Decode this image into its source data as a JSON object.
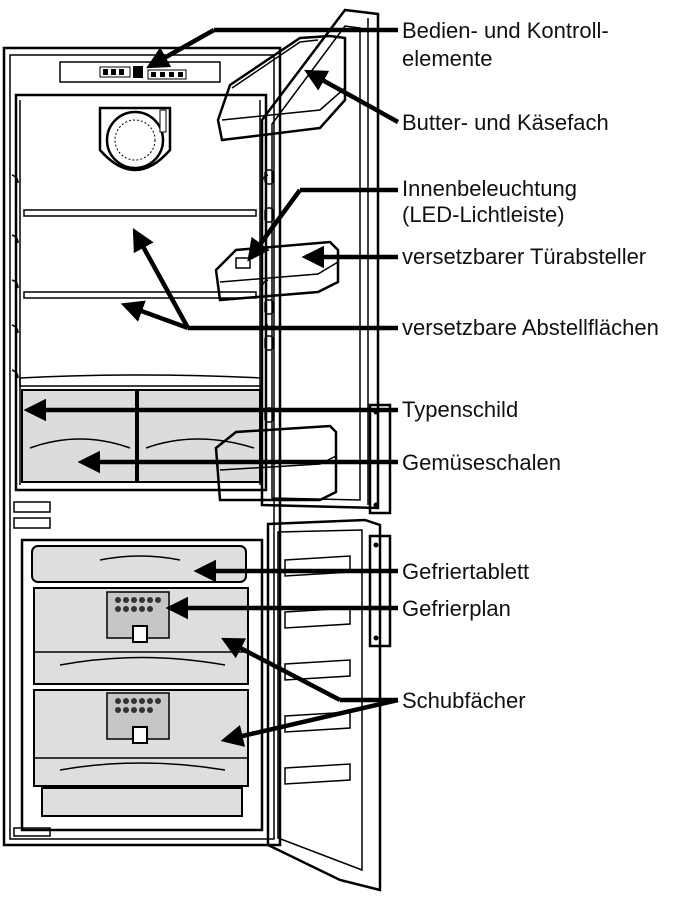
{
  "colors": {
    "line": "#000000",
    "fill_shelf": "#dcdcdc",
    "fill_panel": "#c6c6c6",
    "background": "#ffffff"
  },
  "labels": {
    "controls_line1": "Bedien- und Kontroll-",
    "controls_line2": "elemente",
    "butter_compartment": "Butter- und Käsefach",
    "lighting_line1": "Innenbeleuchtung",
    "lighting_line2": "(LED-Lichtleiste)",
    "door_shelf": "versetzbarer Türabsteller",
    "shelves": "versetzbare Abstellflächen",
    "rating_plate": "Typenschild",
    "vegetable_bins": "Gemüseschalen",
    "freezer_tray": "Gefriertablett",
    "freezing_chart": "Gefrierplan",
    "drawers": "Schubfächer"
  }
}
